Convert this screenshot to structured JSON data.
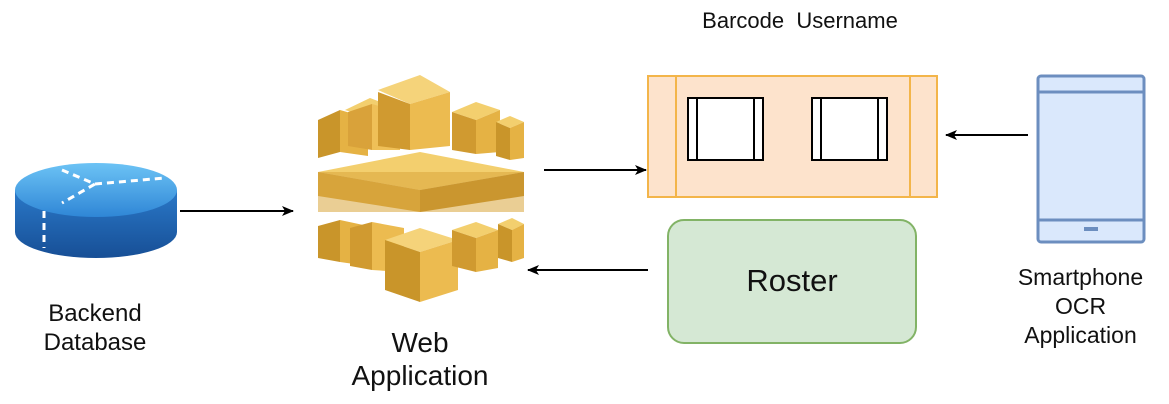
{
  "nodes": {
    "database": {
      "label_line1": "Backend",
      "label_line2": "Database",
      "icon": "database-icon"
    },
    "web_app": {
      "label_line1": "Web",
      "label_line2": "Application",
      "icon": "aws-cubes-icon"
    },
    "barcode": {
      "title": "Barcode  Username",
      "icon": "barcode-card-icon"
    },
    "roster": {
      "label": "Roster"
    },
    "smartphone": {
      "label_line1": "Smartphone",
      "label_line2": "OCR",
      "label_line3": "Application",
      "icon": "smartphone-icon"
    }
  },
  "colors": {
    "database_top": "#3aa0e6",
    "database_side": "#1e5fb0",
    "cube_light": "#f0c25a",
    "cube_mid": "#d69c2c",
    "cube_dark": "#b07a1a",
    "barcode_fill": "#fde3cc",
    "barcode_border": "#f3b54a",
    "roster_fill": "#d5e8d4",
    "roster_border": "#82b366",
    "phone_fill": "#dae8fc",
    "phone_border": "#6c8ebf",
    "arrow": "#000000"
  },
  "edges": [
    {
      "from": "database",
      "to": "web_app"
    },
    {
      "from": "web_app",
      "to": "barcode"
    },
    {
      "from": "smartphone",
      "to": "barcode"
    },
    {
      "from": "roster",
      "to": "web_app"
    }
  ]
}
